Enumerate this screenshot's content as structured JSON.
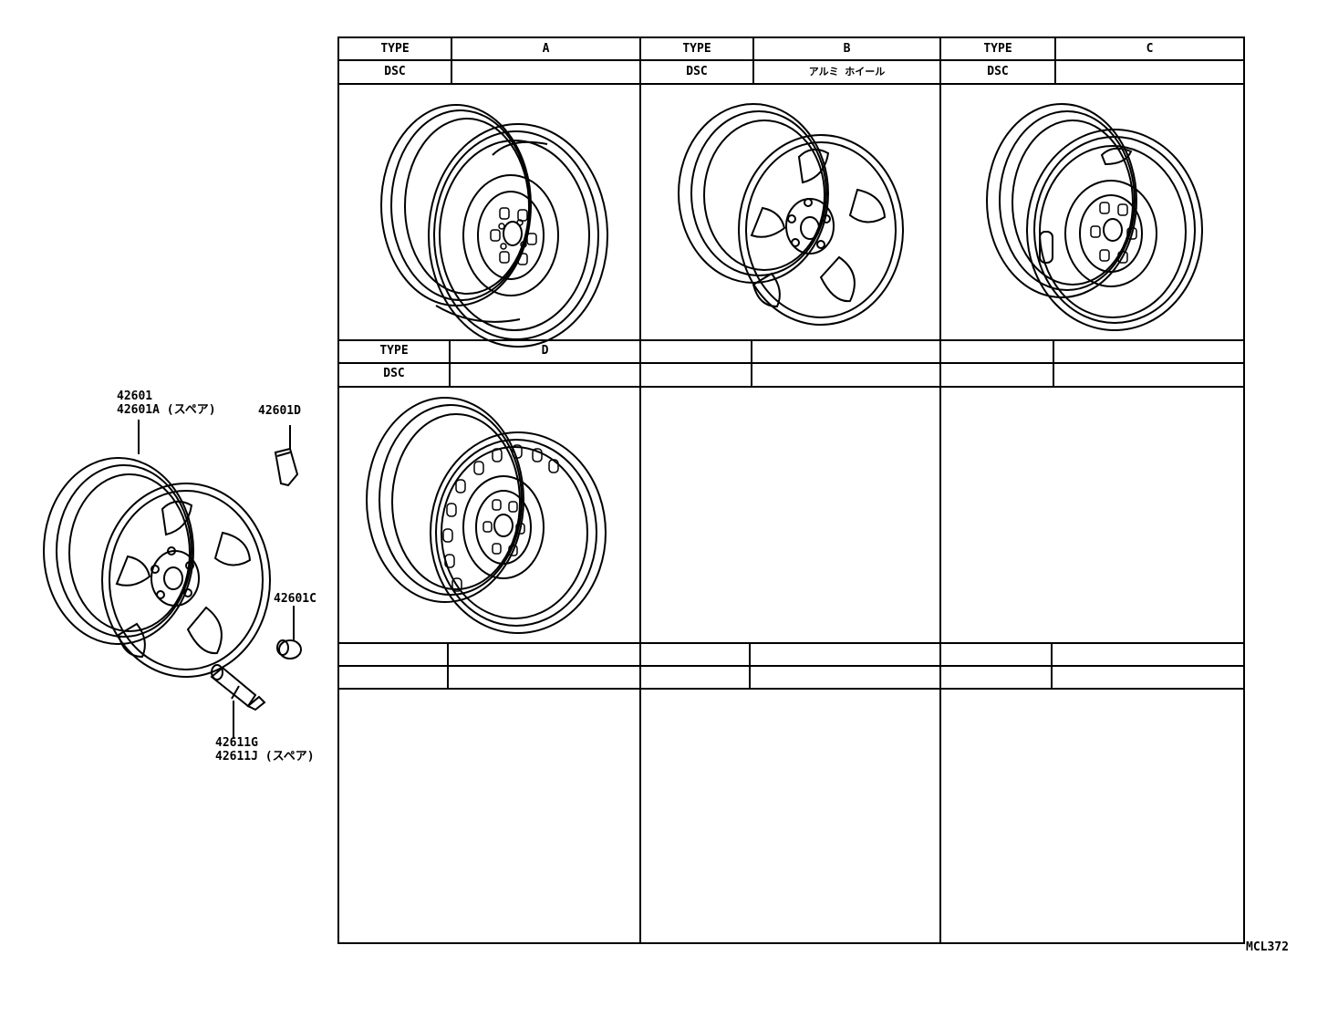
{
  "grid": {
    "top_row": [
      {
        "type_label": "TYPE",
        "type_value": "A",
        "dsc_label": "DSC",
        "dsc_value": ""
      },
      {
        "type_label": "TYPE",
        "type_value": "B",
        "dsc_label": "DSC",
        "dsc_value": "アルミ ホイール"
      },
      {
        "type_label": "TYPE",
        "type_value": "C",
        "dsc_label": "DSC",
        "dsc_value": ""
      }
    ],
    "middle_row": [
      {
        "type_label": "TYPE",
        "type_value": "D",
        "dsc_label": "DSC",
        "dsc_value": ""
      },
      {
        "type_label": "",
        "type_value": "",
        "dsc_label": "",
        "dsc_value": ""
      },
      {
        "type_label": "",
        "type_value": "",
        "dsc_label": "",
        "dsc_value": ""
      }
    ]
  },
  "callouts": {
    "wheel_main": "42601",
    "wheel_spare": "42601A (スペア)",
    "balance_weight": "42601D",
    "cap": "42601C",
    "valve_main": "42611G",
    "valve_spare": "42611J (スペア)"
  },
  "diagram_code": "MCL372"
}
